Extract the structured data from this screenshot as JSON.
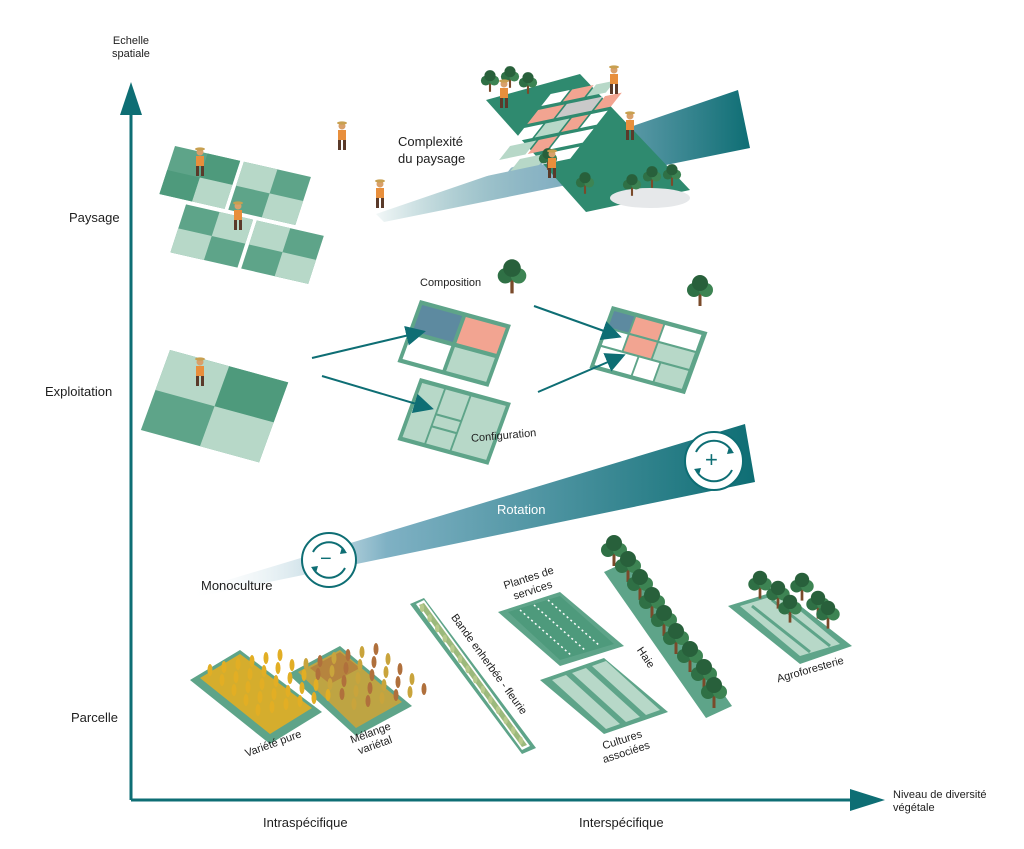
{
  "axes": {
    "y_title": "Echelle\nspatiale",
    "x_title": "Niveau de diversité\nvégétale",
    "y_levels": [
      "Paysage",
      "Exploitation",
      "Parcelle"
    ],
    "x_groups": [
      "Intraspécifique",
      "Interspécifique"
    ]
  },
  "landscape": {
    "gradient_label": "Complexité\ndu paysage"
  },
  "farm": {
    "composition_label": "Composition",
    "configuration_label": "Configuration"
  },
  "rotation": {
    "start_label": "Monoculture",
    "label": "Rotation",
    "minus_symbol": "−",
    "plus_symbol": "+"
  },
  "plot_examples": {
    "pure_variety": "Variété pure",
    "varietal_mix": "Mélange\nvariétal",
    "grass_strip": "Bande enherbée - fleurie",
    "service_plants": "Plantes de\nservices",
    "intercropping": "Cultures\nassociées",
    "hedge": "Haie",
    "agroforestry": "Agroforesterie"
  },
  "colors": {
    "teal_dark": "#0e6e74",
    "field_green": "#5ea489",
    "field_dark": "#4e9a7c",
    "field_light": "#b7d8c8",
    "pink": "#f2a491",
    "blue_plot": "#5d8aa0",
    "wheat": "#e2ae24",
    "tree_green": "#2f7045",
    "farmer_orange": "#e88f3c"
  }
}
